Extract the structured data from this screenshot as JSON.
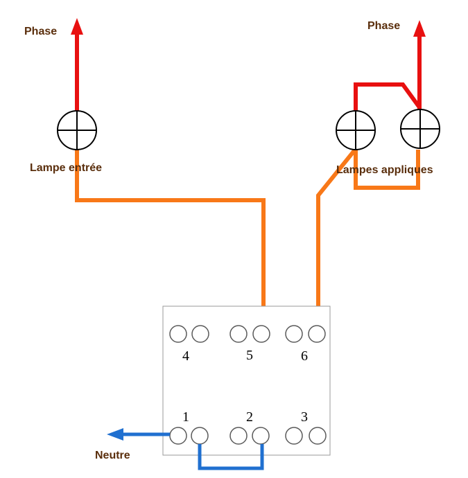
{
  "labels": {
    "phase_left": "Phase",
    "phase_right": "Phase",
    "lamp_entry": "Lampe entrée",
    "lamp_wall": "Lampes appliques",
    "neutral": "Neutre"
  },
  "terminals": {
    "t1": "1",
    "t2": "2",
    "t3": "3",
    "t4": "4",
    "t5": "5",
    "t6": "6"
  },
  "colors": {
    "phase": "#e81010",
    "switched": "#f87818",
    "neutral": "#2070d0",
    "text": "#5a2e0c"
  }
}
